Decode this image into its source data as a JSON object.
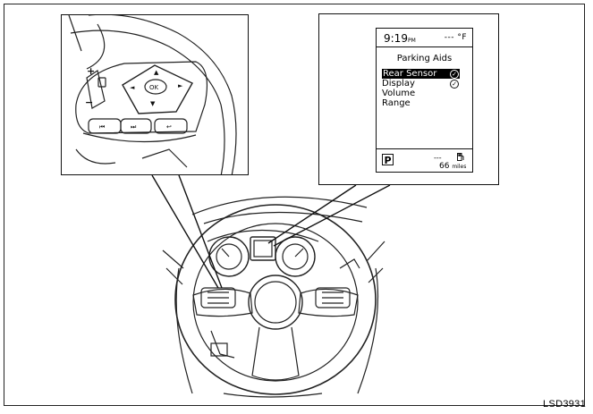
{
  "display": {
    "time": "9:19",
    "ampm": "PM",
    "temperature": "--- °F",
    "title": "Parking Aids",
    "menu_items": [
      {
        "label": "Rear Sensor",
        "selected": true,
        "checked": true
      },
      {
        "label": "Display",
        "selected": false,
        "checked": true
      },
      {
        "label": "Volume",
        "selected": false,
        "checked": false
      },
      {
        "label": "Range",
        "selected": false,
        "checked": false
      }
    ],
    "gear": "P",
    "range_dashes": "---",
    "range_value": "66",
    "range_unit": "miles",
    "check_glyph": "✓",
    "fuel_icon": "fuel-pump-icon"
  },
  "controls": {
    "ok_label": "OK",
    "plus_label": "+",
    "minus_label": "−",
    "up_arrow": "▲",
    "down_arrow": "▼",
    "left_arrow": "◄",
    "right_arrow": "►",
    "prev_label": "⏮",
    "next_label": "⏭",
    "back_label": "↩"
  },
  "figure_code": "LSD3931"
}
